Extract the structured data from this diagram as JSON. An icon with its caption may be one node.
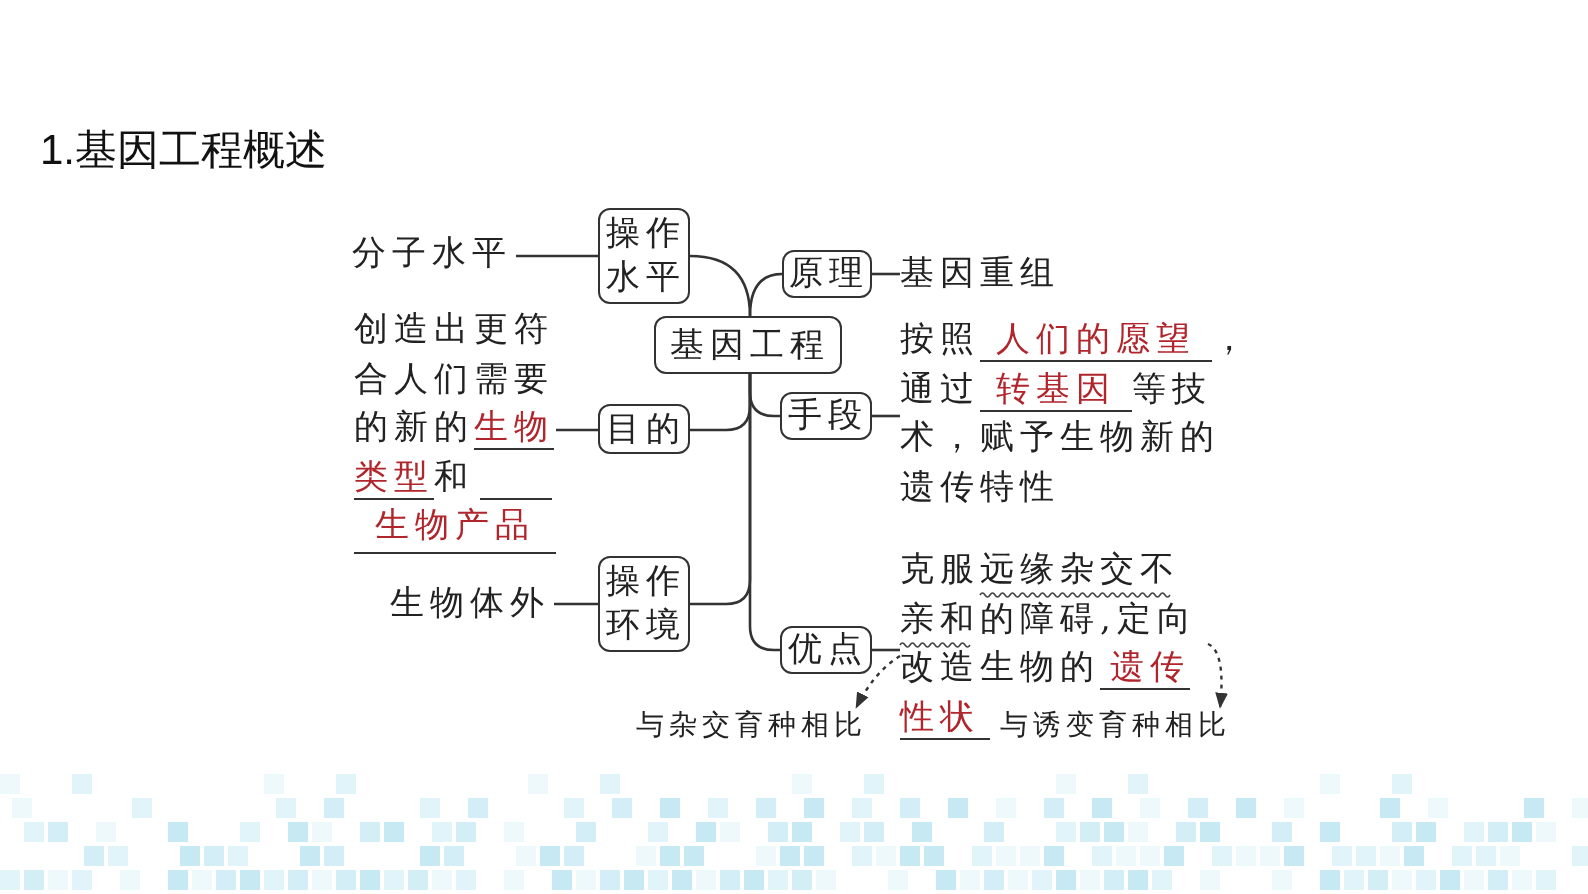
{
  "diagram": {
    "title": "1.基因工程概述",
    "nodes": [
      {
        "text": [
          "基因工程"
        ]
      },
      {
        "text": [
          "操作水平"
        ]
      },
      {
        "text": [
          "原理"
        ]
      },
      {
        "text": [
          "目的"
        ]
      },
      {
        "text": [
          "手段"
        ]
      },
      {
        "text": [
          "操作环境"
        ]
      },
      {
        "text": [
          "优点"
        ]
      },
      {
        "text": [
          "分子水平"
        ]
      },
      {
        "text": [
          "基因重组"
        ]
      },
      {
        "text": [
          "创造出更符合人们需要的新的**生物类型**和**生物产品**"
        ]
      },
      {
        "text": [
          "按照**人们的愿望**，通过**转基因**等技术，赋予生物新的遗传特性"
        ]
      },
      {
        "text": [
          "生物体外"
        ]
      },
      {
        "text": [
          "克服远缘杂交不亲和的障碍,定向改造生物的**遗传性状**"
        ]
      },
      {
        "text": [
          "与杂交育种相比"
        ]
      },
      {
        "text": [
          "与诱变育种相比"
        ]
      }
    ],
    "edges": [
      {
        "from": 0,
        "to": 1,
        "arrow": "none"
      },
      {
        "from": 0,
        "to": 2,
        "arrow": "none"
      },
      {
        "from": 0,
        "to": 3,
        "arrow": "none"
      },
      {
        "from": 0,
        "to": 4,
        "arrow": "none"
      },
      {
        "from": 0,
        "to": 5,
        "arrow": "none"
      },
      {
        "from": 0,
        "to": 6,
        "arrow": "none"
      },
      {
        "from": 1,
        "to": 7,
        "arrow": "none"
      },
      {
        "from": 2,
        "to": 8,
        "arrow": "none"
      },
      {
        "from": 3,
        "to": 9,
        "arrow": "none"
      },
      {
        "from": 4,
        "to": 10,
        "arrow": "none"
      },
      {
        "from": 5,
        "to": 11,
        "arrow": "none"
      },
      {
        "from": 6,
        "to": 12,
        "arrow": "none"
      },
      {
        "from": 12,
        "to": 13,
        "arrow": "to",
        "style": "dashed"
      },
      {
        "from": 12,
        "to": 14,
        "arrow": "to",
        "style": "dashed"
      }
    ]
  }
}
